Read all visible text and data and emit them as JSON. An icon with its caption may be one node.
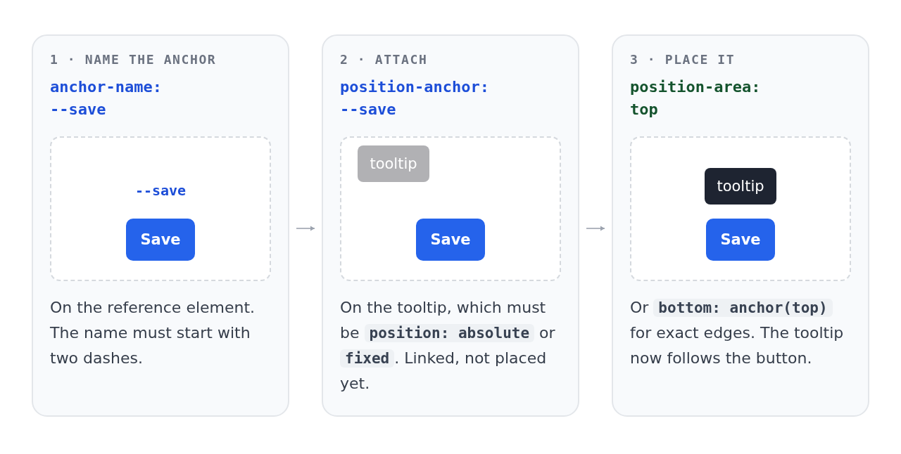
{
  "diagram": {
    "nodes": [
      {
        "text": [
          "1 · NAME THE ANCHOR",
          "anchor-name: --save",
          "On the reference element. The name must start with two dashes."
        ]
      },
      {
        "text": [
          "--save"
        ],
        "in": 0
      },
      {
        "text": [
          "Save"
        ],
        "in": 1
      },
      {
        "text": [
          "2 · ATTACH",
          "position-anchor: --save",
          "On the tooltip, which must be **position: absolute** or **fixed**. Linked, not placed yet."
        ]
      },
      {
        "text": [],
        "shape": "box",
        "in": 3
      },
      {
        "text": [
          "tooltip"
        ],
        "in": 4
      },
      {
        "text": [
          "Save"
        ],
        "in": 4
      },
      {
        "text": [
          "3 · PLACE IT",
          "position-area: top",
          "Or **bottom: anchor(top)** for exact edges. The tooltip now follows the button."
        ]
      },
      {
        "text": [],
        "shape": "box",
        "in": 7
      },
      {
        "text": [
          "tooltip"
        ],
        "in": 8
      },
      {
        "text": [
          "Save"
        ],
        "in": 8
      }
    ],
    "edges": [
      {
        "from": 0,
        "to": 3,
        "arrow": "to"
      },
      {
        "from": 3,
        "to": 7,
        "arrow": "to"
      }
    ]
  }
}
